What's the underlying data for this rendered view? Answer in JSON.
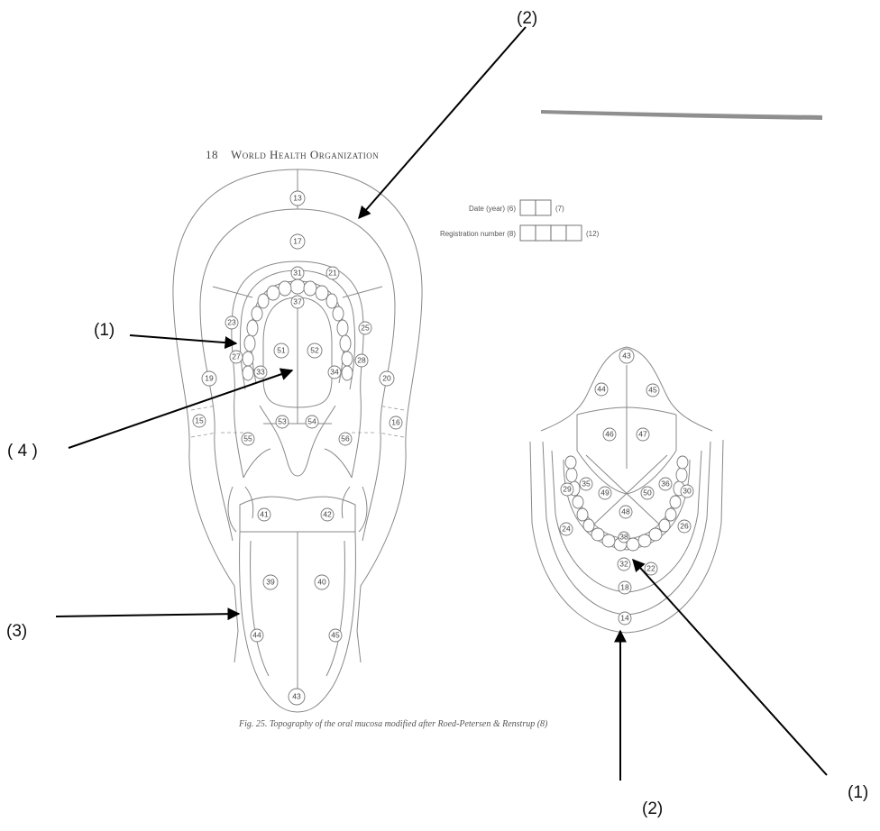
{
  "header": {
    "page_number": "18",
    "organization": "World Health Organization"
  },
  "form": {
    "date_label": "Date (year) (6)",
    "date_end": "(7)",
    "registration_label": "Registration number (8)",
    "registration_end": "(12)"
  },
  "caption": "Fig. 25. Topography of the oral mucosa modified after Roed-Petersen & Renstrup (8)",
  "annotations": {
    "top_right_2": "(2)",
    "left_1": "(1)",
    "left_4": "( 4 )",
    "left_3": "(3)",
    "bottom_right_1": "(1)",
    "bottom_2": "(2)"
  },
  "upper_diagram_zones": {
    "z13": "13",
    "z17": "17",
    "z31": "31",
    "z21": "21",
    "z37": "37",
    "z23": "23",
    "z25": "25",
    "z27": "27",
    "z28": "28",
    "z33": "33",
    "z34": "34",
    "z51": "51",
    "z52": "52",
    "z19": "19",
    "z20": "20",
    "z15": "15",
    "z16": "16",
    "z53": "53",
    "z54": "54",
    "z55": "55",
    "z56": "56",
    "z41": "41",
    "z42": "42",
    "z39": "39",
    "z40": "40",
    "z44": "44",
    "z45": "45",
    "z43": "43"
  },
  "lower_diagram_zones": {
    "z43": "43",
    "z44": "44",
    "z45": "45",
    "z46": "46",
    "z47": "47",
    "z29": "29",
    "z35": "35",
    "z49": "49",
    "z50": "50",
    "z36": "36",
    "z30": "30",
    "z48": "48",
    "z24": "24",
    "z26": "26",
    "z38": "38",
    "z32": "32",
    "z22": "22",
    "z18": "18",
    "z14": "14"
  }
}
